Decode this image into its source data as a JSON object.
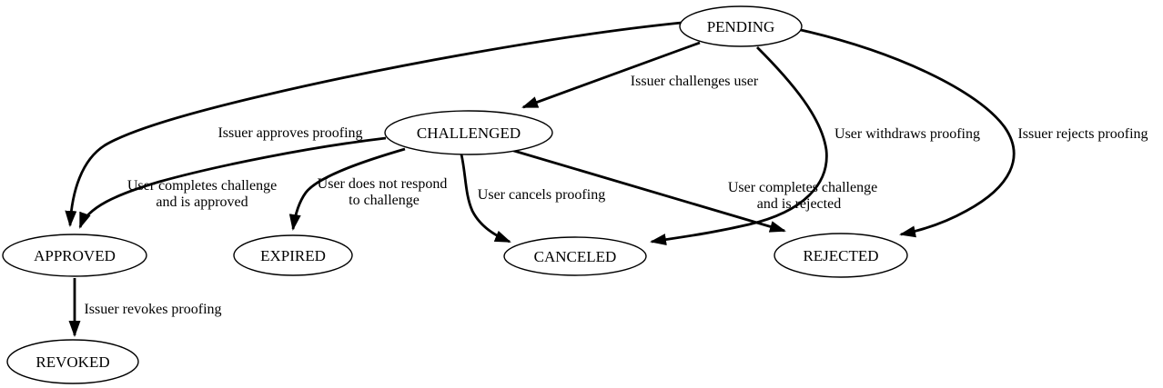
{
  "diagram": {
    "type": "state-machine-graph",
    "background_color": "#ffffff",
    "stroke_color": "#000000",
    "text_color": "#000000",
    "nodes": {
      "pending": "PENDING",
      "challenged": "CHALLENGED",
      "approved": "APPROVED",
      "expired": "EXPIRED",
      "canceled": "CANCELED",
      "rejected": "REJECTED",
      "revoked": "REVOKED"
    },
    "edge_labels": {
      "pending_challenged": "Issuer challenges user",
      "pending_approved": "Issuer approves proofing",
      "pending_canceled": "User withdraws proofing",
      "pending_rejected": "Issuer rejects proofing",
      "challenged_approved_1": "User completes challenge",
      "challenged_approved_2": "and is approved",
      "challenged_expired_1": "User does not respond",
      "challenged_expired_2": "to challenge",
      "challenged_canceled": "User cancels proofing",
      "challenged_rejected_1": "User completes challenge",
      "challenged_rejected_2": "and is rejected",
      "approved_revoked": "Issuer revokes proofing"
    }
  }
}
